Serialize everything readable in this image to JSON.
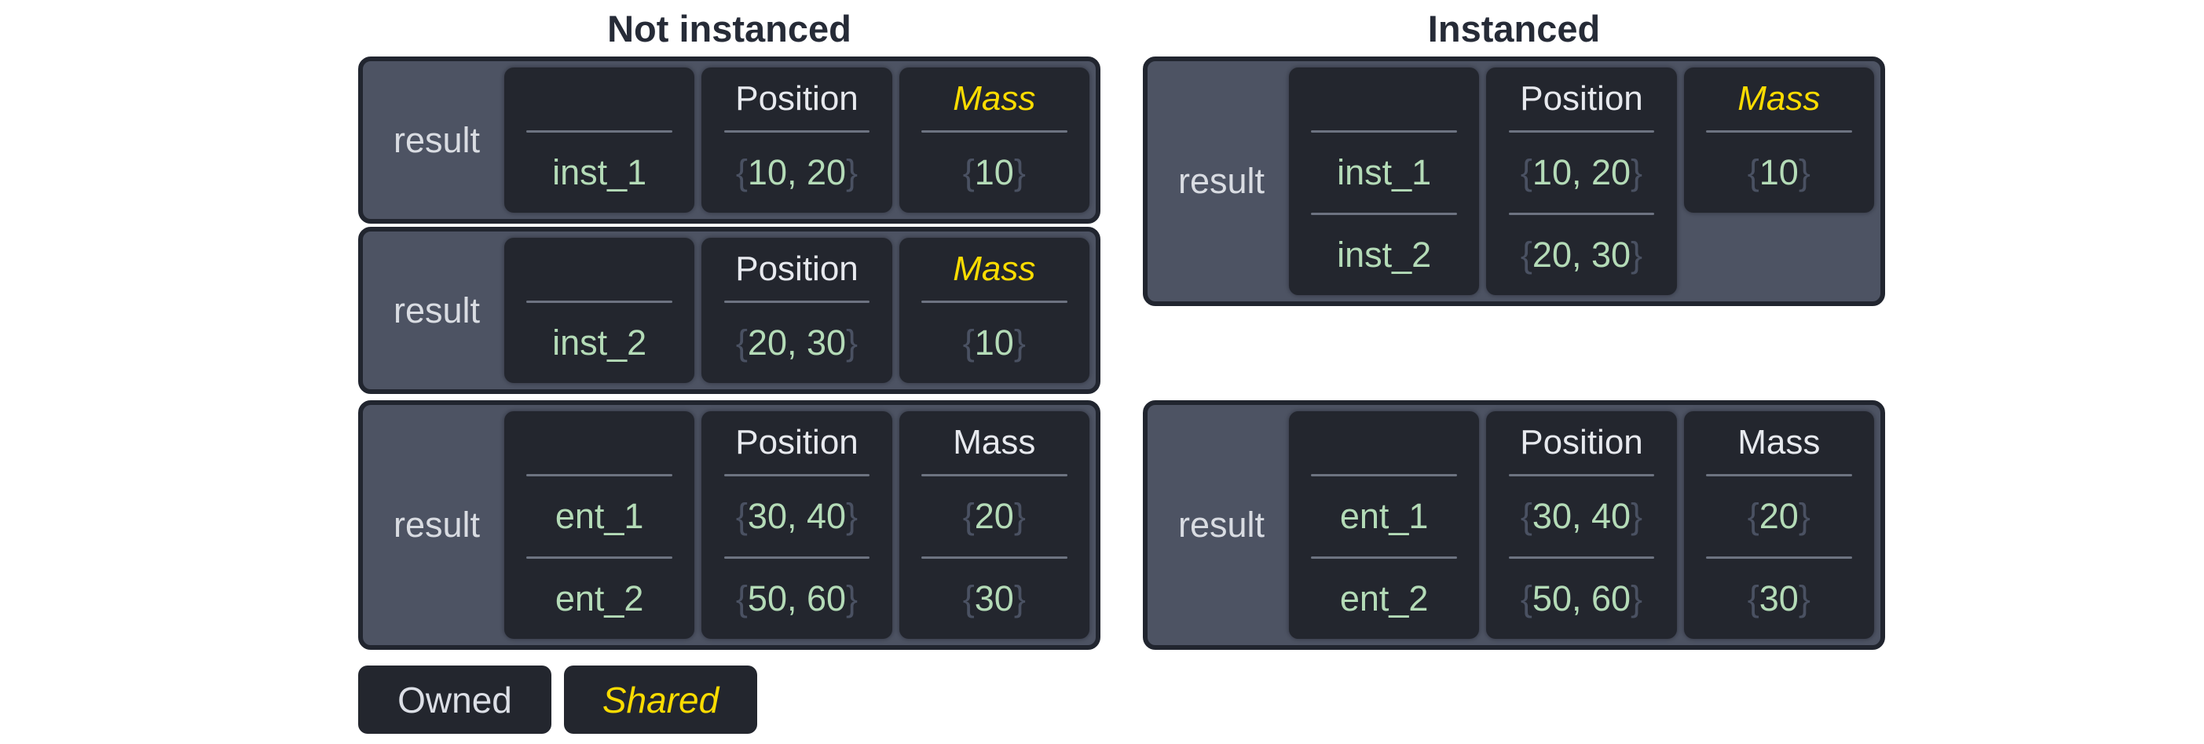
{
  "ui": {
    "brace_open": "{",
    "brace_close": "}"
  },
  "colors": {
    "title": "#262b37",
    "table_bg": "#4d5363",
    "table_border": "#21252f",
    "cell_bg": "#23262e",
    "divider": "#6d7381",
    "owned_text": "#e7e9ee",
    "shared_yellow": "#fbdc00",
    "value_green": "#b4dbb7",
    "brace_gray": "#4a5162"
  },
  "titles": {
    "left": "Not instanced",
    "right": "Instanced"
  },
  "tables": {
    "nt1": {
      "result_label": "result",
      "name_header": "",
      "names": [
        "inst_1"
      ],
      "position_header": "Position",
      "positions": [
        "10, 20"
      ],
      "mass_header": "Mass",
      "masses": [
        "10"
      ],
      "mass_shared": true
    },
    "nt2": {
      "result_label": "result",
      "name_header": "",
      "names": [
        "inst_2"
      ],
      "position_header": "Position",
      "positions": [
        "20, 30"
      ],
      "mass_header": "Mass",
      "masses": [
        "10"
      ],
      "mass_shared": true
    },
    "nt3": {
      "result_label": "result",
      "name_header": "",
      "names": [
        "ent_1",
        "ent_2"
      ],
      "position_header": "Position",
      "positions": [
        "30, 40",
        "50, 60"
      ],
      "mass_header": "Mass",
      "masses": [
        "20",
        "30"
      ],
      "mass_shared": false
    },
    "rt1": {
      "result_label": "result",
      "name_header": "",
      "names": [
        "inst_1",
        "inst_2"
      ],
      "position_header": "Position",
      "positions": [
        "10, 20",
        "20, 30"
      ],
      "mass_header": "Mass",
      "masses": [
        "10"
      ],
      "mass_shared": true
    },
    "rt2": {
      "result_label": "result",
      "name_header": "",
      "names": [
        "ent_1",
        "ent_2"
      ],
      "position_header": "Position",
      "positions": [
        "30, 40",
        "50, 60"
      ],
      "mass_header": "Mass",
      "masses": [
        "20",
        "30"
      ],
      "mass_shared": false
    }
  },
  "legend": {
    "owned_label": "Owned",
    "shared_label": "Shared"
  }
}
